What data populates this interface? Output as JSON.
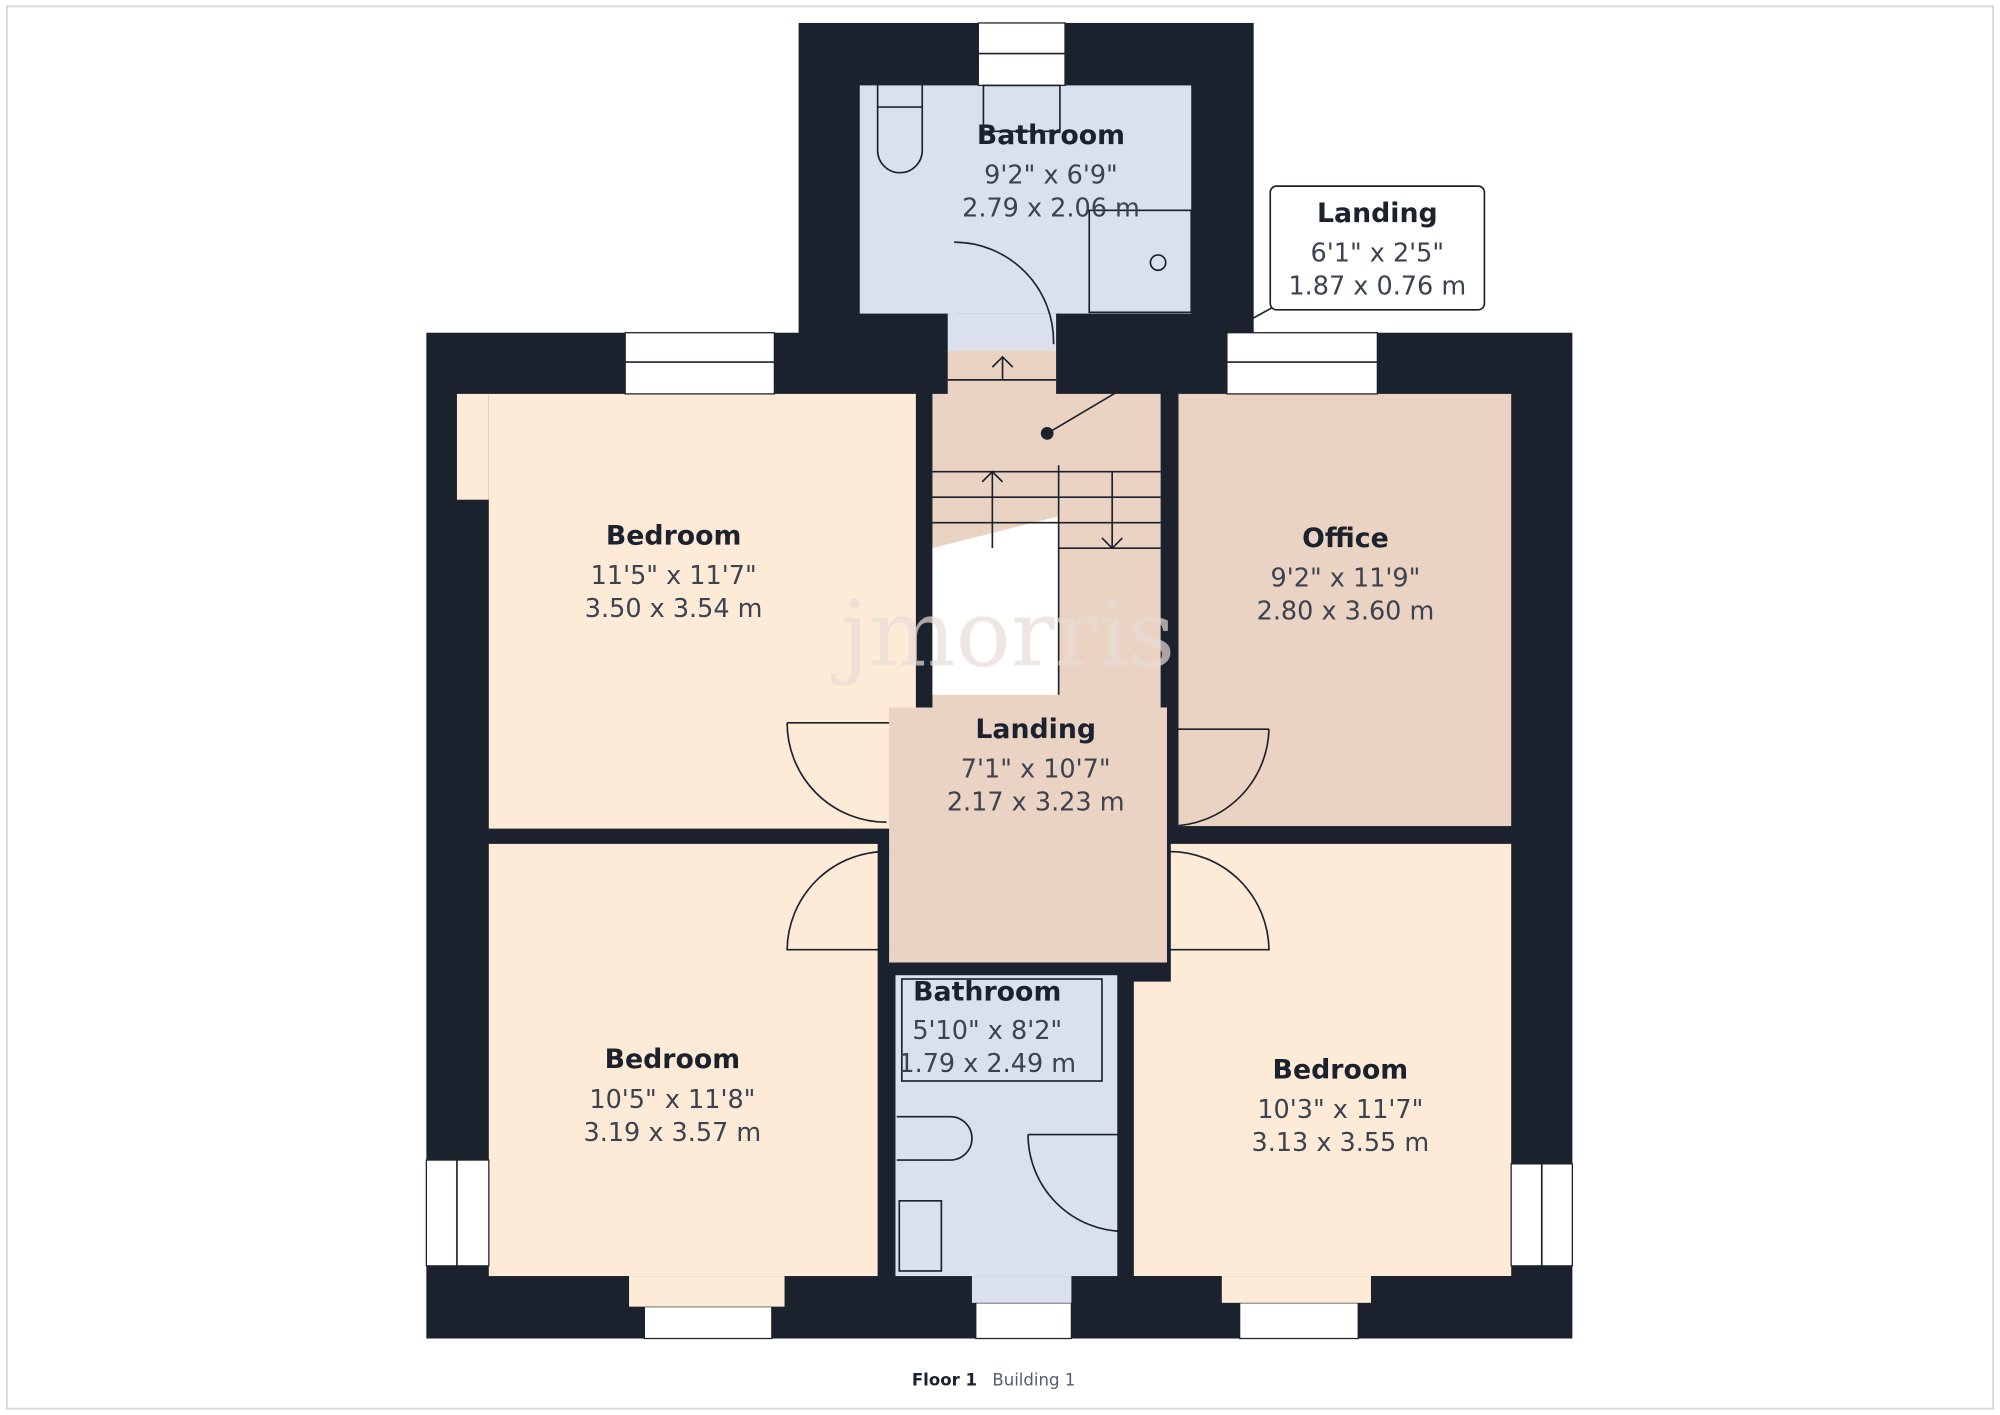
{
  "rooms": {
    "bathroom_top": {
      "name": "Bathroom",
      "imperial": "9'2\" x 6'9\"",
      "metric": "2.79 x 2.06 m"
    },
    "landing_small": {
      "name": "Landing",
      "imperial": "6'1\" x 2'5\"",
      "metric": "1.87 x 0.76 m"
    },
    "bedroom_top_left": {
      "name": "Bedroom",
      "imperial": "11'5\" x 11'7\"",
      "metric": "3.50 x 3.54 m"
    },
    "office": {
      "name": "Office",
      "imperial": "9'2\" x 11'9\"",
      "metric": "2.80 x 3.60 m"
    },
    "landing": {
      "name": "Landing",
      "imperial": "7'1\" x 10'7\"",
      "metric": "2.17 x 3.23 m"
    },
    "bedroom_bottom_left": {
      "name": "Bedroom",
      "imperial": "10'5\" x 11'8\"",
      "metric": "3.19 x 3.57 m"
    },
    "bathroom_bottom": {
      "name": "Bathroom",
      "imperial": "5'10\" x 8'2\"",
      "metric": "1.79 x 2.49 m"
    },
    "bedroom_bottom_right": {
      "name": "Bedroom",
      "imperial": "10'3\" x 11'7\"",
      "metric": "3.13 x 3.55 m"
    }
  },
  "watermark": "jmorris",
  "footer": {
    "floor": "Floor 1",
    "building": "Building 1"
  },
  "colors": {
    "wall": "#1b222d",
    "bedroom": "#fdebd8",
    "landing_office": "#ebd3c4",
    "bathroom": "#dbe1ec"
  }
}
